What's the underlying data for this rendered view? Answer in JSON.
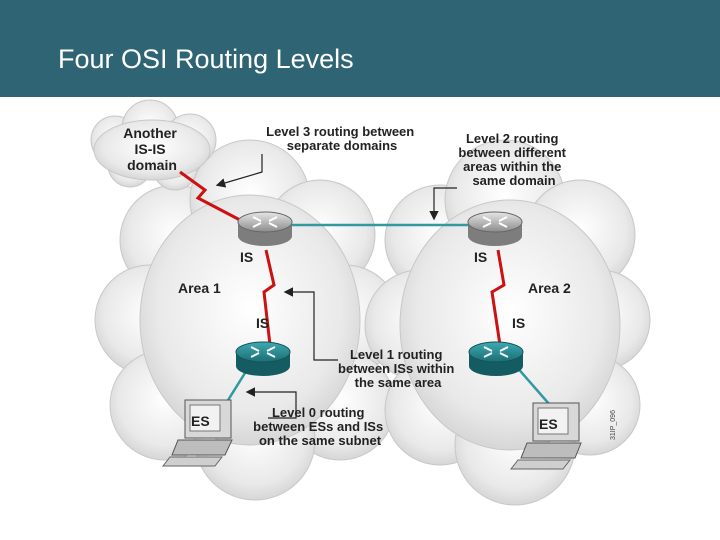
{
  "header": {
    "title": "Four OSI Routing Levels"
  },
  "diagram": {
    "cloud_another": [
      "Another",
      "IS-IS",
      "domain"
    ],
    "area1_label": "Area 1",
    "area2_label": "Area 2",
    "is_label": "IS",
    "es_label": "ES",
    "level3": [
      "Level 3 routing between",
      "separate domains"
    ],
    "level2": [
      "Level 2 routing",
      "between different",
      "areas within the",
      "same domain"
    ],
    "level1": [
      "Level 1 routing",
      "between ISs within",
      "the same area"
    ],
    "level0": [
      "Level 0 routing",
      "between ESs and ISs",
      "on the same subnet"
    ],
    "figure_code": "31IP_096"
  },
  "colors": {
    "header_bg": "#2e6474",
    "link_teal": "#2f9aa0",
    "serial_red": "#cc1111"
  }
}
